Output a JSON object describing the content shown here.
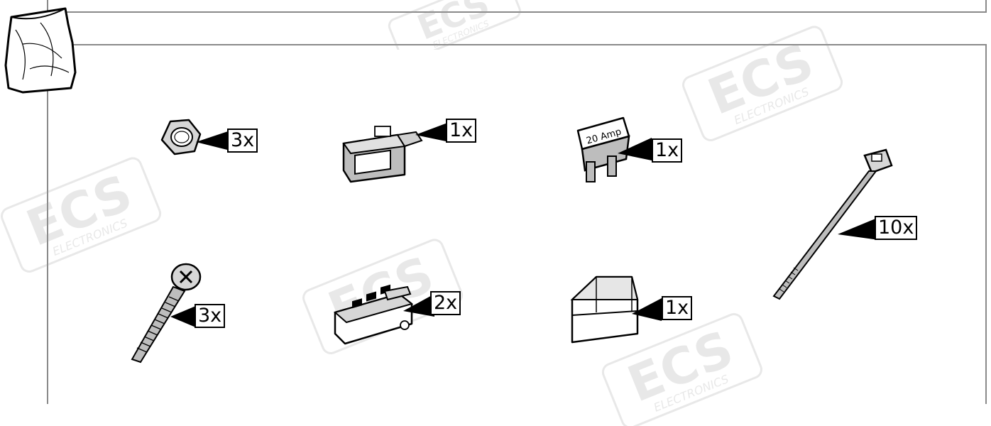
{
  "watermark": {
    "brand": "ECS",
    "subtitle": "ELECTRONICS"
  },
  "parts": [
    {
      "name": "hex-nut",
      "quantity": "3x"
    },
    {
      "name": "connector-housing",
      "quantity": "1x"
    },
    {
      "name": "fuse",
      "quantity": "1x",
      "fuse_text": "20 Amp"
    },
    {
      "name": "cable-tie",
      "quantity": "10x"
    },
    {
      "name": "screw",
      "quantity": "3x"
    },
    {
      "name": "plug-connector",
      "quantity": "2x"
    },
    {
      "name": "fuse-holder-cap",
      "quantity": "1x"
    }
  ],
  "colors": {
    "frame": "#8a8a8a",
    "part_fill": "#bdbdbd",
    "ink": "#000000",
    "watermark": "#9a9a9a"
  }
}
